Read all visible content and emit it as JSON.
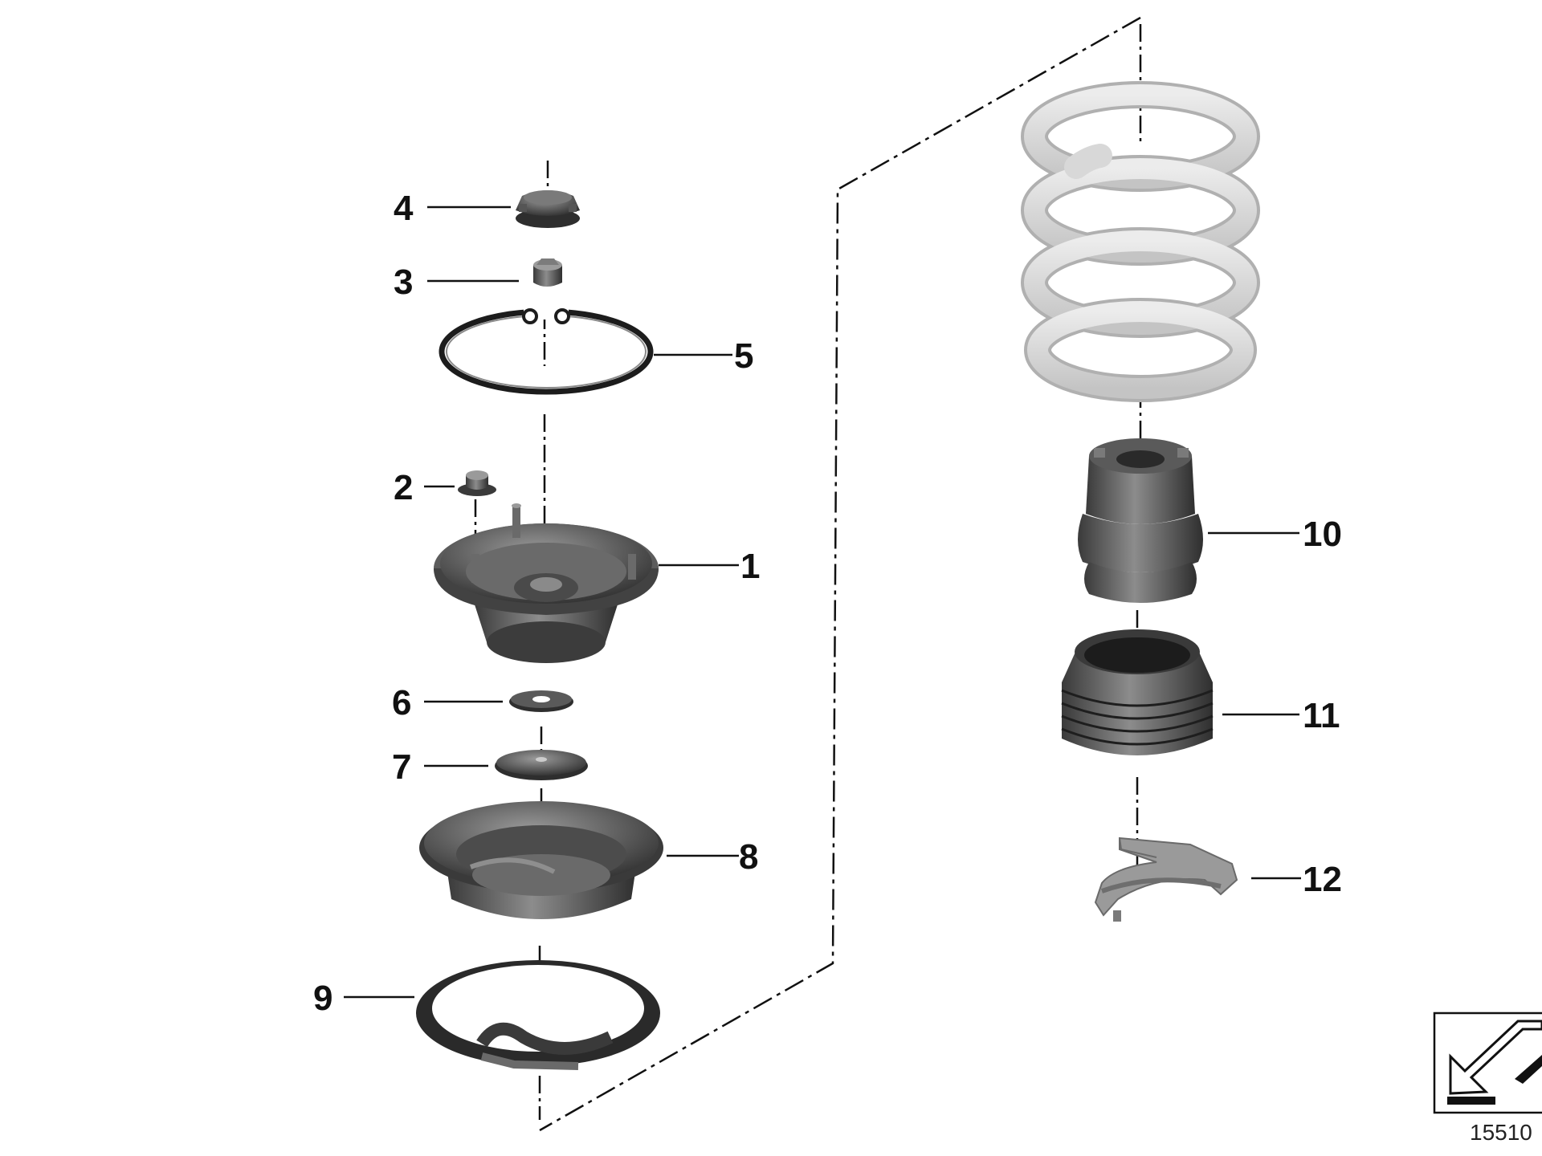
{
  "diagram": {
    "callouts": [
      "1",
      "2",
      "3",
      "4",
      "5",
      "6",
      "7",
      "8",
      "9",
      "10",
      "11",
      "12"
    ],
    "reference_number": "15510",
    "colors": {
      "part_dark": "#4a4a4a",
      "part_mid": "#6e6e6e",
      "part_light": "#9a9a9a",
      "spring": "#d6d6d6",
      "spring_edge": "#b4b4b4",
      "line": "#111111"
    },
    "icons": [
      "exploded-view-arrow-icon"
    ]
  }
}
